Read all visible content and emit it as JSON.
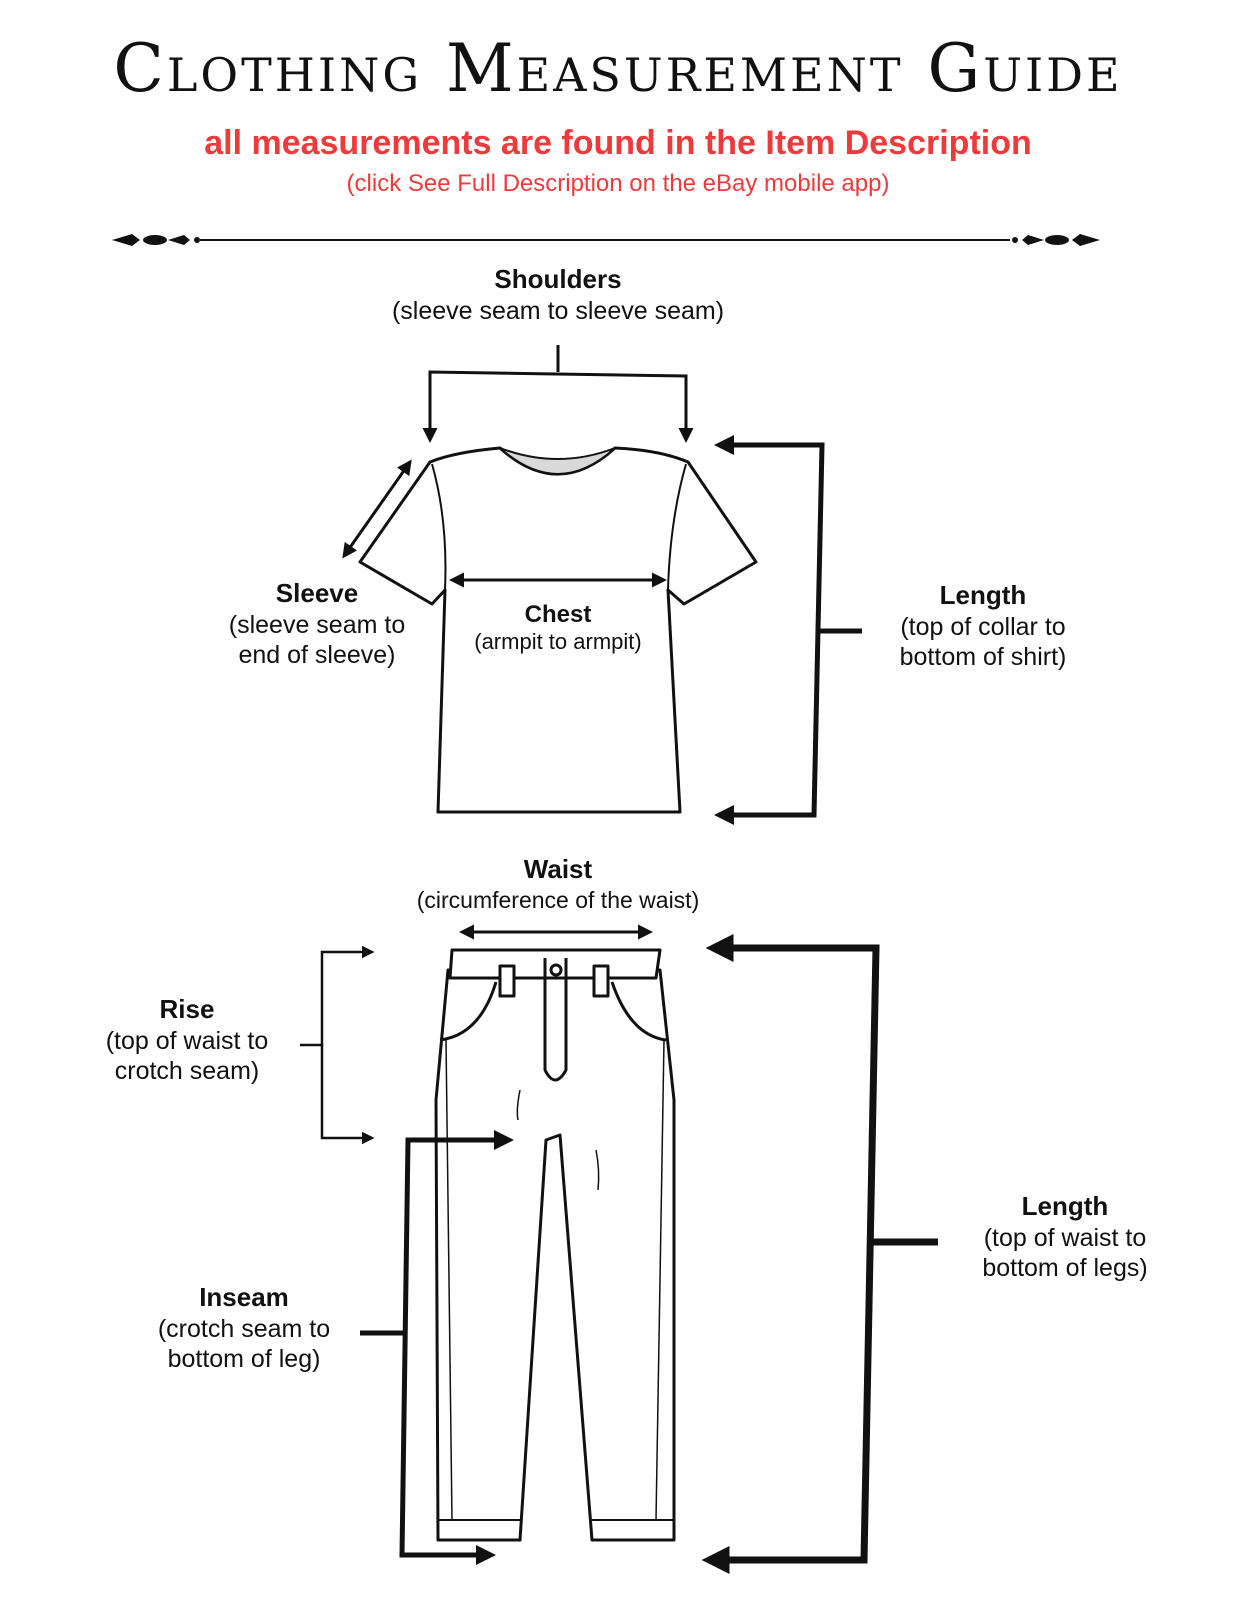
{
  "title": "Clothing Measurement Guide",
  "subtitle": "all measurements are found in the Item Description",
  "note": "(click See Full Description on the eBay mobile app)",
  "colors": {
    "accent": "#ee3a3a",
    "ink": "#111111",
    "collar": "#d9d9d9"
  },
  "shirt": {
    "shoulders": {
      "heading": "Shoulders",
      "desc": "(sleeve seam to sleeve seam)"
    },
    "sleeve": {
      "heading": "Sleeve",
      "desc": "(sleeve seam to\nend of sleeve)"
    },
    "chest": {
      "heading": "Chest",
      "desc": "(armpit to armpit)"
    },
    "length": {
      "heading": "Length",
      "desc": "(top of collar to\nbottom of shirt)"
    }
  },
  "pants": {
    "waist": {
      "heading": "Waist",
      "desc": "(circumference of the waist)"
    },
    "rise": {
      "heading": "Rise",
      "desc": "(top of waist to\ncrotch seam)"
    },
    "inseam": {
      "heading": "Inseam",
      "desc": "(crotch seam to\nbottom of leg)"
    },
    "length": {
      "heading": "Length",
      "desc": "(top of waist to\nbottom of legs)"
    }
  }
}
